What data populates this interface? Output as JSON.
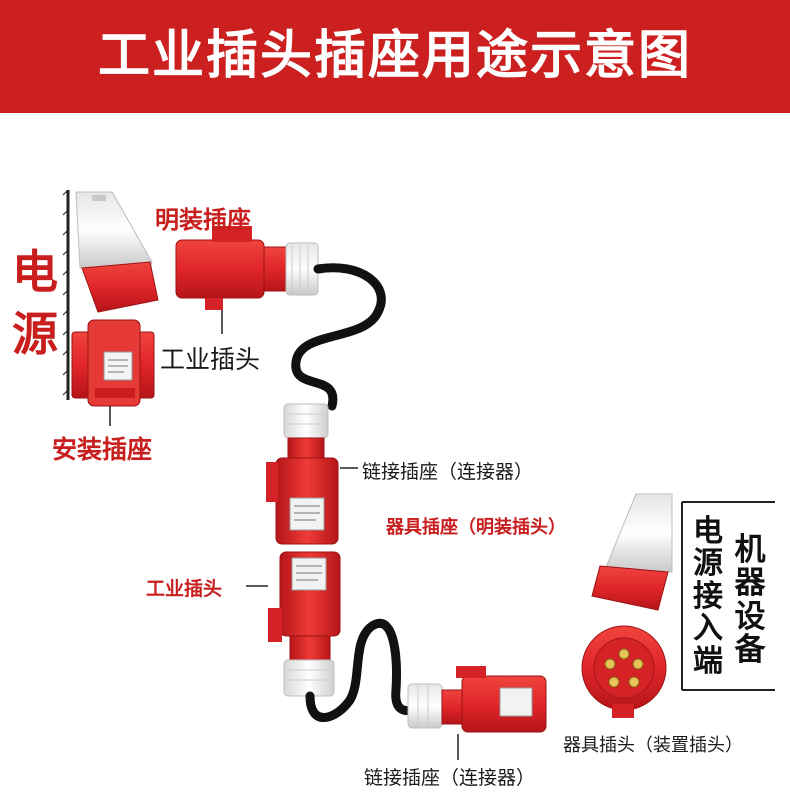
{
  "title": "工业插头插座用途示意图",
  "left_source": {
    "label_line1": "电",
    "label_line2": "源"
  },
  "right_equipment": {
    "power_inlet": "电源接入端",
    "machine": "机器设备"
  },
  "labels": {
    "surface_socket_top": "明装插座",
    "industrial_plug_top": "工业插头",
    "mounted_socket": "安装插座",
    "coupler_socket_mid": "链接插座（连接器）",
    "appliance_socket": "器具插座（明装插头）",
    "industrial_plug_mid": "工业插头",
    "appliance_plug": "器具插头（装置插头）",
    "coupler_socket_bottom": "链接插座（连接器）"
  },
  "colors": {
    "banner": "#cc1f1f",
    "plug_red": "#e0262a",
    "cable": "#111111",
    "label_red": "#c81e1e"
  }
}
